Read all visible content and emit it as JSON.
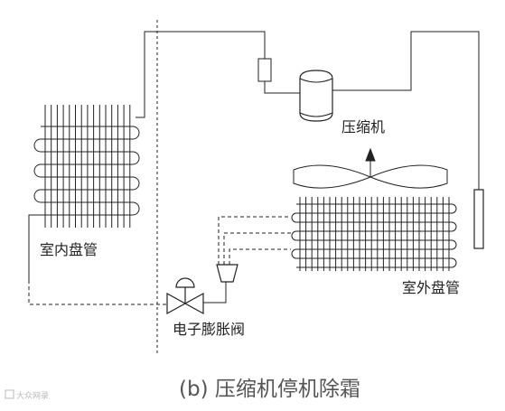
{
  "labels": {
    "compressor": "压缩机",
    "indoor_coil": "室内盘管",
    "outdoor_coil": "室外盘管",
    "expansion_valve": "电子膨胀阀"
  },
  "caption": "(b) 压缩机停机除霜",
  "watermark": "大众网录",
  "colors": {
    "line": "#222222",
    "caption": "#555555",
    "watermark": "#b8b8b8"
  }
}
